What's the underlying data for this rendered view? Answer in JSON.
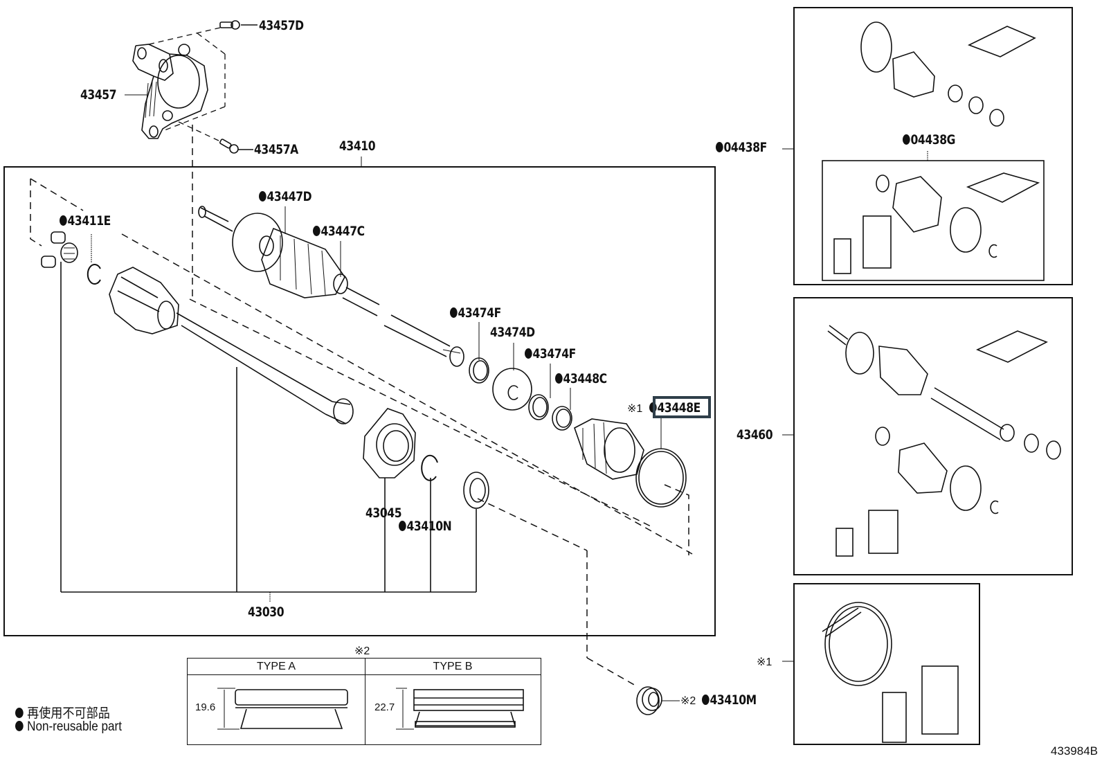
{
  "diagram": {
    "title": "Front Drive Shaft Assembly",
    "figure_number": "433984B",
    "highlight_color": "#2f3f4a",
    "parts": [
      {
        "id": "p43457D",
        "number": "43457D",
        "non_reusable": false,
        "prefix": ""
      },
      {
        "id": "p43457",
        "number": "43457",
        "non_reusable": false,
        "prefix": ""
      },
      {
        "id": "p43457A",
        "number": "43457A",
        "non_reusable": false,
        "prefix": ""
      },
      {
        "id": "p43410",
        "number": "43410",
        "non_reusable": false,
        "prefix": ""
      },
      {
        "id": "p43447D",
        "number": "43447D",
        "non_reusable": true,
        "prefix": ""
      },
      {
        "id": "p43411E",
        "number": "43411E",
        "non_reusable": true,
        "prefix": ""
      },
      {
        "id": "p43447C",
        "number": "43447C",
        "non_reusable": true,
        "prefix": ""
      },
      {
        "id": "p43474F_1",
        "number": "43474F",
        "non_reusable": true,
        "prefix": ""
      },
      {
        "id": "p43474D",
        "number": "43474D",
        "non_reusable": false,
        "prefix": ""
      },
      {
        "id": "p43474F_2",
        "number": "43474F",
        "non_reusable": true,
        "prefix": ""
      },
      {
        "id": "p43448C",
        "number": "43448C",
        "non_reusable": true,
        "prefix": ""
      },
      {
        "id": "p43448E",
        "number": "43448E",
        "non_reusable": true,
        "prefix": "※1",
        "highlighted": true
      },
      {
        "id": "p43045",
        "number": "43045",
        "non_reusable": false,
        "prefix": ""
      },
      {
        "id": "p43410N",
        "number": "43410N",
        "non_reusable": true,
        "prefix": ""
      },
      {
        "id": "p43030",
        "number": "43030",
        "non_reusable": false,
        "prefix": ""
      },
      {
        "id": "p43410M",
        "number": "43410M",
        "non_reusable": true,
        "prefix": "※2"
      },
      {
        "id": "p04438F",
        "number": "04438F",
        "non_reusable": true,
        "prefix": ""
      },
      {
        "id": "p04438G",
        "number": "04438G",
        "non_reusable": true,
        "prefix": ""
      },
      {
        "id": "p43460",
        "number": "43460",
        "non_reusable": false,
        "prefix": ""
      }
    ],
    "kit_note_label": "※1",
    "type_table": {
      "note": "※2",
      "columns": [
        {
          "header": "TYPE A",
          "dimension": "19.6"
        },
        {
          "header": "TYPE B",
          "dimension": "22.7"
        }
      ]
    },
    "legend": [
      {
        "symbol": "●",
        "text": "再使用不可部品"
      },
      {
        "symbol": "●",
        "text": "Non-reusable part"
      }
    ]
  }
}
